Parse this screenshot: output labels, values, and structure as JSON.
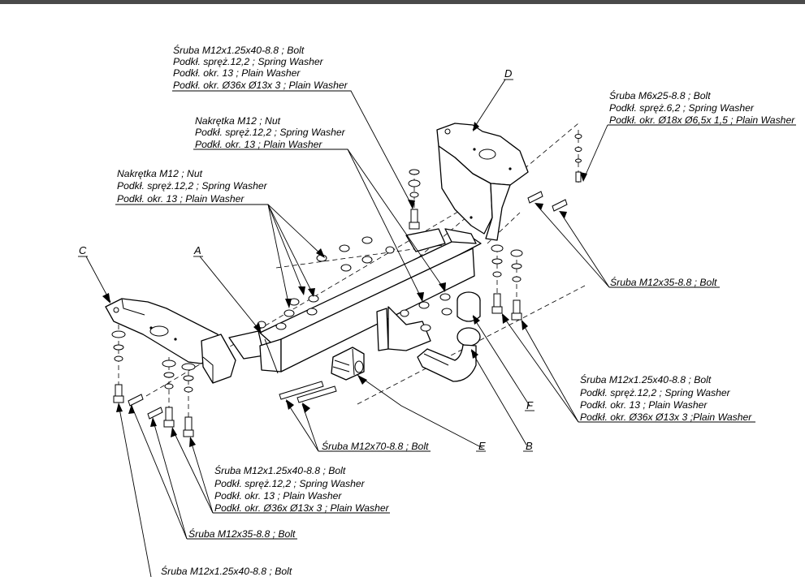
{
  "labels": {
    "L1": [
      "Śruba M12x1.25x40-8.8 ;  Bolt",
      "Podkł. spręż.12,2 ; Spring Washer",
      "Podkł. okr. 13 ; Plain Washer",
      "Podkł. okr. Ø36x Ø13x 3 ; Plain Washer"
    ],
    "L2": [
      "Nakrętka  M12 ; Nut",
      "Podkł. spręż.12,2 ; Spring Washer",
      "Podkł. okr. 13 ; Plain Washer"
    ],
    "L3": [
      "Nakrętka  M12 ; Nut",
      "Podkł. spręż.12,2 ; Spring Washer",
      "Podkł. okr. 13 ; Plain Washer"
    ],
    "L4": [
      "Śruba M6x25-8.8 ;  Bolt",
      "Podkł. spręż.6,2 ; Spring Washer",
      "Podkł. okr. Ø18x Ø6,5x 1,5 ; Plain Washer"
    ],
    "L5": [
      "Śruba M12x35-8.8 ;  Bolt"
    ],
    "L6": [
      "Śruba M12x1.25x40-8.8 ;  Bolt",
      "Podkł. spręż.12,2 ; Spring Washer",
      "Podkł. okr. 13 ; Plain Washer",
      "Podkł. okr.  Ø36x Ø13x 3 ;Plain Washer"
    ],
    "L7": [
      "Śruba M12x70-8.8 ;  Bolt"
    ],
    "L8": [
      "Śruba M12x1.25x40-8.8 ;  Bolt",
      "Podkł. spręż.12,2 ;  Spring Washer",
      "Podkł. okr. 13 ; Plain Washer",
      "Podkł. okr. Ø36x Ø13x 3 ; Plain Washer"
    ],
    "L9": [
      "Śruba M12x35-8.8 ;  Bolt"
    ],
    "L10": [
      "Śruba M12x1.25x40-8.8 ; Bolt"
    ]
  },
  "parts": {
    "A": "A",
    "B": "B",
    "C": "C",
    "D": "D",
    "E": "E",
    "F": "F"
  }
}
